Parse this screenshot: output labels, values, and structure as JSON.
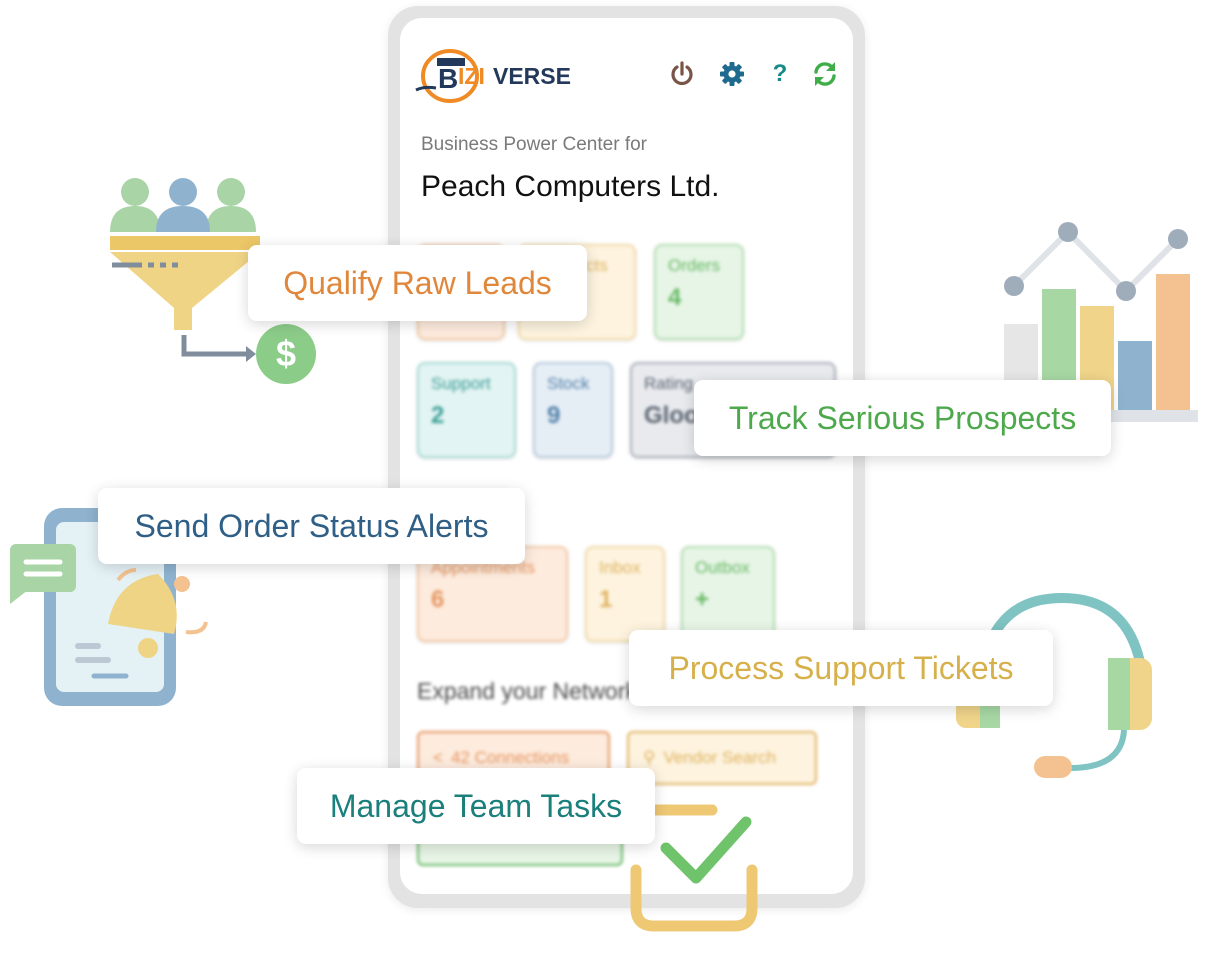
{
  "app": {
    "logo_text": "BIZIVERSE",
    "subtitle": "Business Power Center for",
    "company": "Peach Computers Ltd."
  },
  "header_icons": [
    "power-icon",
    "gear-icon",
    "help-icon",
    "refresh-icon"
  ],
  "colors": {
    "power": "#795548",
    "gear": "#1f6a8f",
    "help": "#158a86",
    "refresh": "#3fae49",
    "orange": "#e0873b",
    "green": "#4ea84c",
    "blue": "#2f5f86",
    "gold": "#d6b04a",
    "teal": "#1b7f7b"
  },
  "tiles_row1": [
    {
      "label": "",
      "value": ""
    },
    {
      "label": "Prospects",
      "value": ""
    },
    {
      "label": "Orders",
      "value": "4"
    }
  ],
  "tiles_row2": [
    {
      "label": "Support",
      "value": "2"
    },
    {
      "label": "Stock",
      "value": "9"
    },
    {
      "label": "Rating",
      "value": "Gloo"
    }
  ],
  "tiles_row3": [
    {
      "label": "Appointments",
      "value": "6"
    },
    {
      "label": "Inbox",
      "value": "1"
    },
    {
      "label": "Outbox",
      "value": "+"
    }
  ],
  "network": {
    "heading": "Expand your Network",
    "connections_label": "42 Connections",
    "vendor_search_label": "Vendor Search"
  },
  "callouts": {
    "qualify": "Qualify Raw Leads",
    "track": "Track Serious Prospects",
    "alerts": "Send Order Status Alerts",
    "support": "Process Support Tickets",
    "tasks": "Manage Team Tasks"
  }
}
